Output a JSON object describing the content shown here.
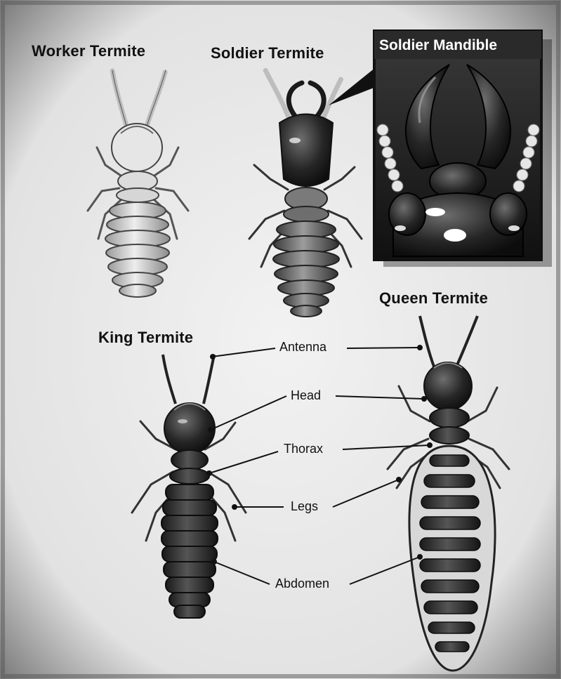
{
  "titles": {
    "worker": "Worker Termite",
    "soldier": "Soldier Termite",
    "mandible": "Soldier Mandible",
    "king": "King Termite",
    "queen": "Queen Termite"
  },
  "labels": {
    "antenna": "Antenna",
    "head": "Head",
    "thorax": "Thorax",
    "legs": "Legs",
    "abdomen": "Abdomen"
  },
  "colors": {
    "background": "#e9e9e9",
    "worker_body": "#dcdcdc",
    "soldier_head": "#1e1e1e",
    "king_body": "#2a2a2a",
    "queen_abdomen": "#d8d8d8",
    "inset_background": "#222222"
  }
}
